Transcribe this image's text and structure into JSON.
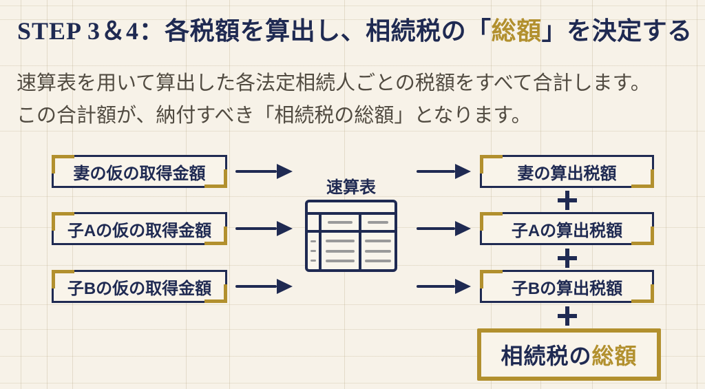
{
  "page": {
    "title": {
      "step": "STEP 3＆4：",
      "before_highlight": "各税額を算出し、相続税の「",
      "highlight": "総額",
      "after_highlight": "」を決定する"
    },
    "lead": {
      "line1": "速算表を用いて算出した各法定相続人ごとの税額をすべて合計します。",
      "line2": "この合計額が、納付すべき「相続税の総額」となります。"
    }
  },
  "diagram": {
    "source_boxes": [
      {
        "label": "妻の仮の取得金額"
      },
      {
        "label": "子Aの仮の取得金額"
      },
      {
        "label": "子Bの仮の取得金額"
      }
    ],
    "quick_table": {
      "label": "速算表"
    },
    "result_boxes": [
      {
        "label": "妻の算出税額"
      },
      {
        "label": "子Aの算出税額"
      },
      {
        "label": "子Bの算出税額"
      }
    ],
    "total_box": {
      "before_highlight": "相続税の",
      "highlight": "総額"
    },
    "icons": {
      "arrow": "right-arrow",
      "plus": "+",
      "table": "quick-calculation-table"
    }
  },
  "colors": {
    "navy": "#1f2a52",
    "gold": "#b2902e",
    "background": "#f7f2e8",
    "body_text": "#514b41",
    "table_dash_gray": "#9a9a9a"
  }
}
